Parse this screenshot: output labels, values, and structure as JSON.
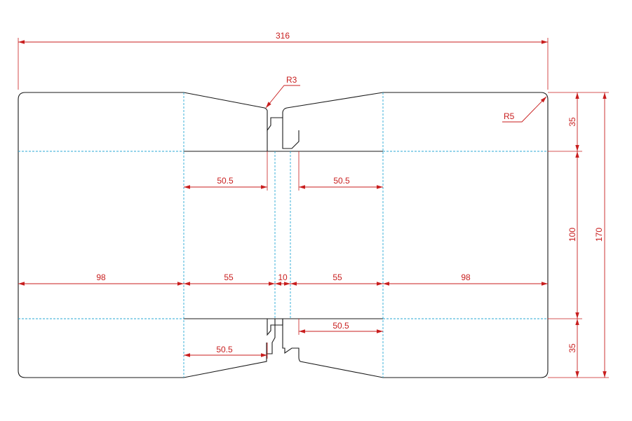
{
  "colors": {
    "outline": "#1a1a1a",
    "fold_line": "#2aa9d4",
    "dimension": "#c81e1e",
    "background": "#ffffff"
  },
  "dimensions": {
    "overall_width": "316",
    "top_radius": "R3",
    "corner_radius": "R5",
    "top_flap_height": "35",
    "middle_height": "100",
    "overall_height": "170",
    "bottom_flap_height": "35",
    "inner_top_left": "50.5",
    "inner_top_right": "50.5",
    "left_panel": "98",
    "left_side": "55",
    "center_gap": "10",
    "right_side": "55",
    "right_panel": "98",
    "inner_bottom_right": "50.5",
    "inner_bottom_left": "50.5"
  }
}
